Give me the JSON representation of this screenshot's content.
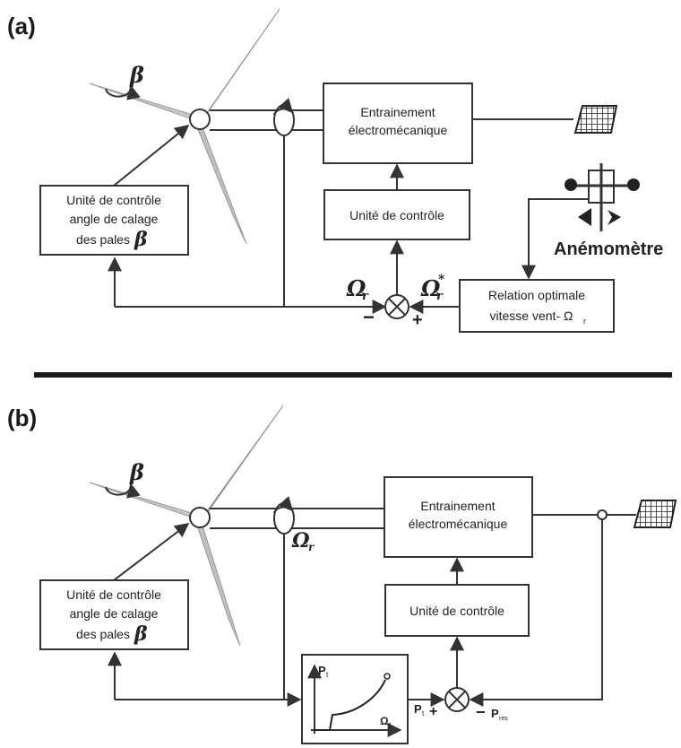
{
  "panel_a": {
    "label": "(a)",
    "pitch_symbol": "β",
    "drive_label_1": "Entrainement",
    "drive_label_2": "électromécanique",
    "control_unit": "Unité de contrôle",
    "pitch_box_1": "Unité de contrôle",
    "pitch_box_2": "angle de calage",
    "pitch_box_3": "des pales",
    "pitch_box_beta": "β",
    "anemometer": "Anémomètre",
    "relation_1": "Relation optimale",
    "relation_2": "vitesse vent- Ω",
    "omega_measured": "Ω",
    "omega_ref": "Ω",
    "minus": "−",
    "plus": "+"
  },
  "panel_b": {
    "label": "(b)",
    "pitch_symbol": "β",
    "drive_label_1": "Entrainement",
    "drive_label_2": "électromécanique",
    "control_unit": "Unité de contrôle",
    "pitch_box_1": "Unité de contrôle",
    "pitch_box_2": "angle de calage",
    "pitch_box_3": "des pales",
    "pitch_box_beta": "β",
    "omega_measured": "Ω",
    "curve_y": "P",
    "curve_x": "Ω",
    "p_ref": "P",
    "plus": "+",
    "minus": "−",
    "p_res": "P"
  },
  "colors": {
    "line": "#333333",
    "blade": "#9a9a9a",
    "text": "#222222"
  }
}
